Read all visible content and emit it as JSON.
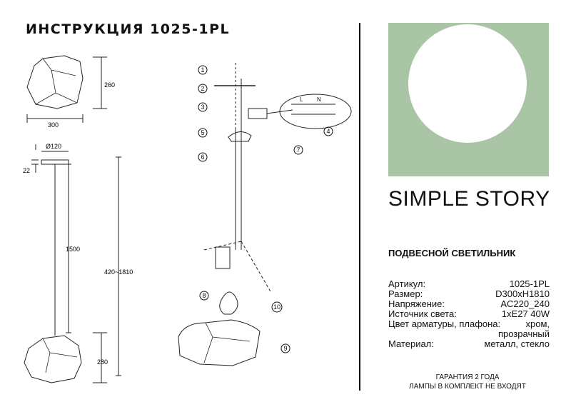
{
  "title": "ИНСТРУКЦИЯ 1025-1PL",
  "brand": {
    "word1": "SIMPLE",
    "word2": " STORY"
  },
  "product_type": "ПОДВЕСНОЙ СВЕТИЛЬНИК",
  "specs": [
    {
      "label": "Артикул:",
      "value": "1025-1PL"
    },
    {
      "label": "Размер:",
      "value": "D300xH1810"
    },
    {
      "label": "Напряжение:",
      "value": "AC220_240"
    },
    {
      "label": "Источник света:",
      "value": "1xE27 40W"
    },
    {
      "label": "Цвет арматуры, плафона:",
      "value": "хром,"
    },
    {
      "label": "",
      "value": "прозрачный"
    },
    {
      "label": " Материал:",
      "value": "металл, стекло"
    }
  ],
  "footer": {
    "line1": "ГАРАНТИЯ 2 ГОДА",
    "line2": "ЛАМПЫ В КОМПЛЕКТ НЕ ВХОДЯТ"
  },
  "dimensions": {
    "shade_height": "260",
    "shade_width": "300",
    "canopy_diameter": "Ø120",
    "canopy_height": "22",
    "cable_length": "1500",
    "total_height": "420~1810",
    "pendant_height": "280"
  },
  "steps": [
    "1",
    "2",
    "3",
    "4",
    "5",
    "6",
    "7",
    "8",
    "9",
    "10"
  ],
  "wire_labels": {
    "l": "L",
    "n": "N"
  },
  "colors": {
    "accent_green": "#a9c5a5",
    "ink": "#111111",
    "line_gray": "#555555"
  }
}
